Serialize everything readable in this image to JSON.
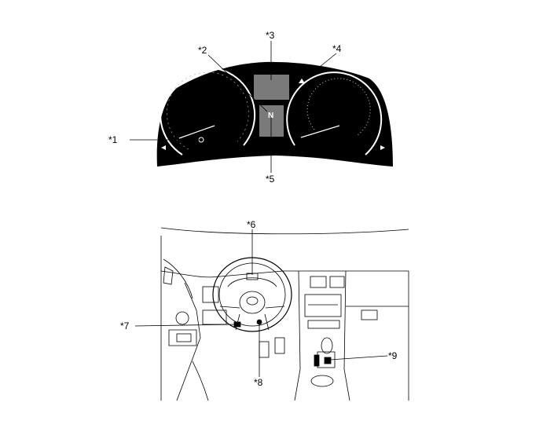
{
  "callouts": {
    "c1": "*1",
    "c2": "*2",
    "c3": "*3",
    "c4": "*4",
    "c5": "*5",
    "c6": "*6",
    "c7": "*7",
    "c8": "*8",
    "c9": "*9"
  },
  "colors": {
    "cluster": "#000000",
    "display": "#7a7a7a",
    "line": "#000000"
  }
}
